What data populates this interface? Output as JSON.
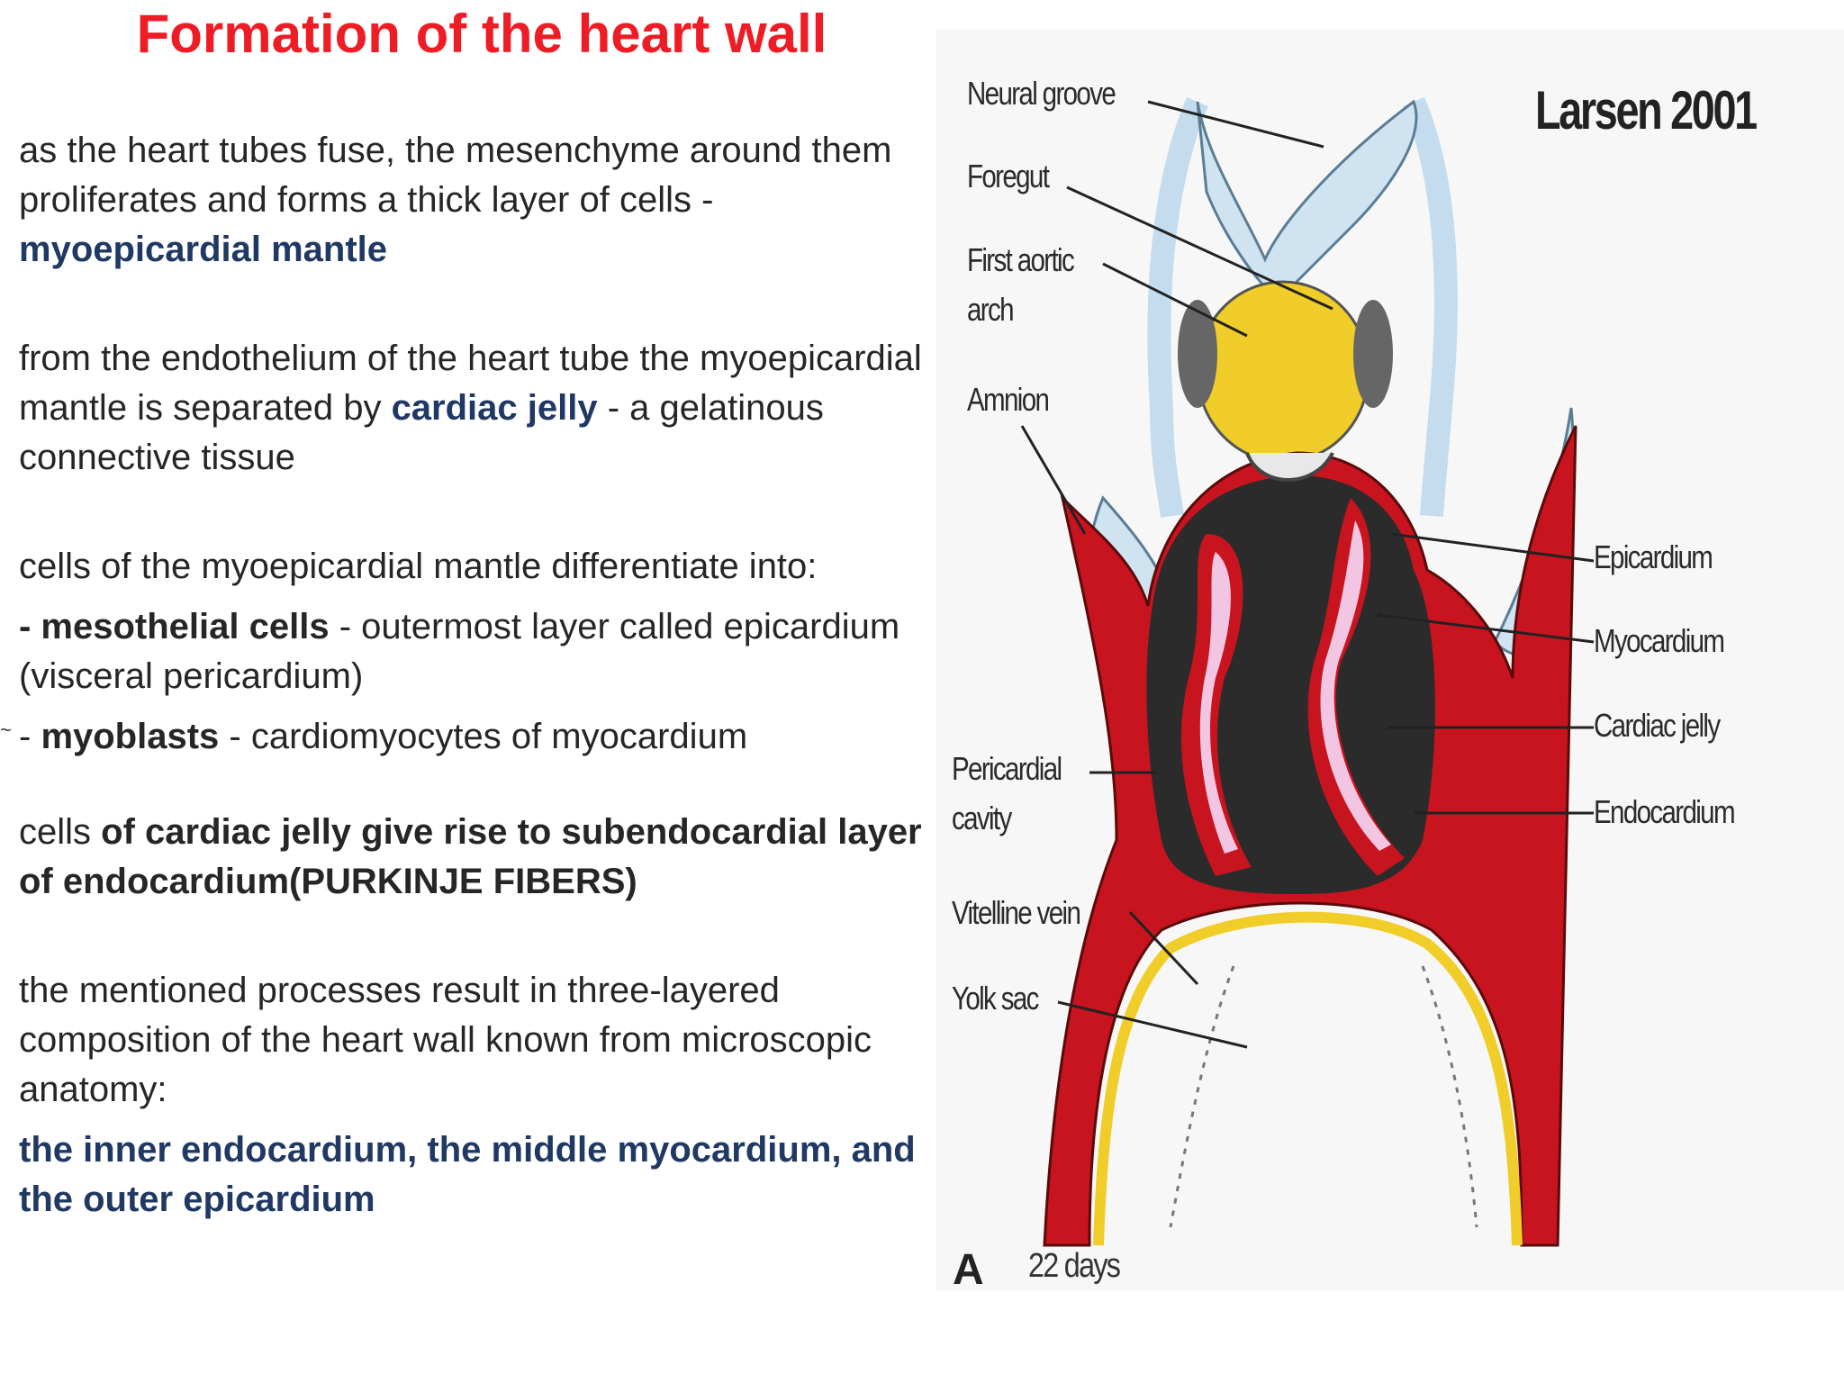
{
  "slide": {
    "title": "Formation of the heart wall",
    "p1": {
      "text": "as the heart tubes fuse, the mesenchyme around them proliferates and forms a thick layer of cells - ",
      "term": "myoepicardial mantle"
    },
    "p2": {
      "before": "from the endothelium of the heart tube the myoepicardial mantle is separated by ",
      "term": "cardiac jelly",
      "after": " - a gelatinous connective tissue"
    },
    "p3": {
      "intro": "cells of the myoepicardial mantle differentiate into:",
      "item1_term": "- mesothelial cells",
      "item1_text": " - outermost layer called epicardium (visceral pericardium)",
      "item2_dash": "- ",
      "item2_term": "myoblasts",
      "item2_text": " - cardiomyocytes of myocardium"
    },
    "p4": {
      "before": "cells ",
      "term": "of cardiac jelly give rise to subendocardial layer of endocardium(PURKINJE FIBERS)"
    },
    "p5": {
      "text": "the mentioned processes result in three-layered composition of the heart wall known from microscopic anatomy:",
      "conclusion": "the inner endocardium, the middle myocardium, and the outer epicardium"
    },
    "stray_mark": "~"
  },
  "figure": {
    "credit": "Larsen 2001",
    "panel_letter": "A",
    "age": "22 days",
    "labels": {
      "neural_groove": "Neural groove",
      "foregut": "Foregut",
      "first_aortic": "First aortic",
      "arch": "arch",
      "amnion": "Amnion",
      "pericardial": "Pericardial",
      "cavity": "cavity",
      "vitelline_vein": "Vitelline vein",
      "yolk_sac": "Yolk sac",
      "epicardium": "Epicardium",
      "myocardium": "Myocardium",
      "cardiac_jelly": "Cardiac jelly",
      "endocardium": "Endocardium"
    },
    "colors": {
      "title_red": "#ee1c25",
      "term_blue": "#1f3864",
      "ectoderm_blue": "#cfe3f1",
      "endoderm_yellow": "#f0cd28",
      "mesoderm_red": "#c8141e",
      "cavity_dark": "#2b2b2b",
      "jelly_pink": "#f2c6e2"
    }
  }
}
